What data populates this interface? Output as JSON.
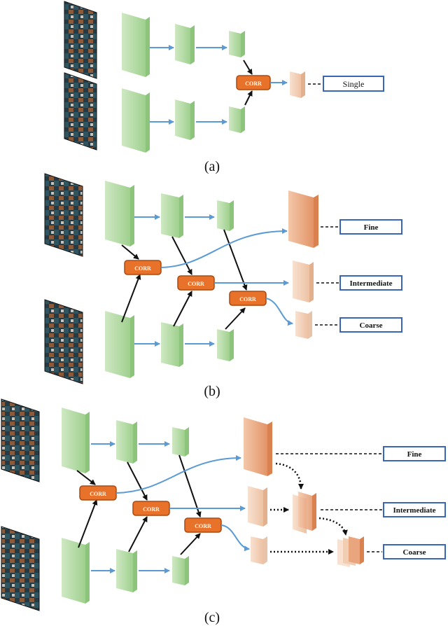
{
  "panels": [
    {
      "caption": "(a)",
      "outputs": [
        "Single"
      ],
      "corr_label": "CORR"
    },
    {
      "caption": "(b)",
      "outputs": [
        "Fine",
        "Intermediate",
        "Coarse"
      ],
      "corr_label": "CORR"
    },
    {
      "caption": "(c)",
      "outputs": [
        "Fine",
        "Intermediate",
        "Coarse"
      ],
      "corr_label": "CORR"
    }
  ],
  "colors": {
    "feature_green": "#a9d69a",
    "corr_orange": "#e8722a",
    "output_orange": "#e9a57e",
    "arrow_blue": "#5b9bd5",
    "label_border_blue": "#3a66b8"
  }
}
